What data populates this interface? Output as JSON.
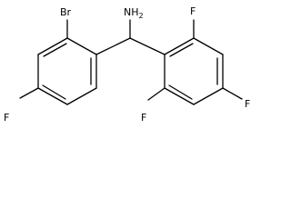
{
  "molecule": {
    "atom_labels": {
      "amine": "NH",
      "amine_subscript": "2",
      "bromine": "Br",
      "fluorine_left_ring": "F",
      "fluorine_right_top": "F",
      "fluorine_right_para": "F",
      "fluorine_right_bottom": "F"
    },
    "colors": {
      "bond": "#000000",
      "label": "#000000",
      "background": "#ffffff"
    }
  }
}
